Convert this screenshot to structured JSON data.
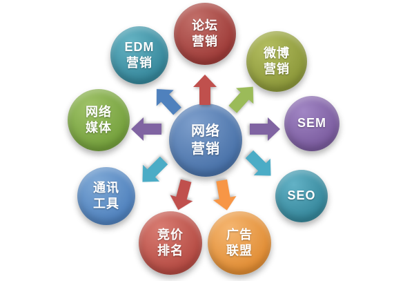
{
  "diagram": {
    "center": {
      "id": "network-marketing",
      "lines": [
        "网络",
        "营销"
      ],
      "color": "#4871a8"
    },
    "nodes": [
      {
        "id": "forum-marketing",
        "lines": [
          "论坛",
          "营销"
        ],
        "color": "#9e3b38"
      },
      {
        "id": "weibo-marketing",
        "lines": [
          "微博",
          "营销"
        ],
        "color": "#8b9739"
      },
      {
        "id": "sem",
        "lines": [
          "SEM"
        ],
        "color": "#7a5b9e"
      },
      {
        "id": "seo",
        "lines": [
          "SEO"
        ],
        "color": "#35869a"
      },
      {
        "id": "ad-alliance",
        "lines": [
          "广告",
          "联盟"
        ],
        "color": "#e08c33"
      },
      {
        "id": "bidding-rank",
        "lines": [
          "竞价",
          "排名"
        ],
        "color": "#b44a42"
      },
      {
        "id": "communication-tools",
        "lines": [
          "通讯",
          "工具"
        ],
        "color": "#4f81bd"
      },
      {
        "id": "network-media",
        "lines": [
          "网络",
          "媒体"
        ],
        "color": "#74a03c"
      },
      {
        "id": "edm-marketing",
        "lines": [
          "EDM",
          "营销"
        ],
        "color": "#35869a"
      }
    ],
    "arrows": [
      {
        "direction": "up",
        "color": "#c0504d"
      },
      {
        "direction": "up-right",
        "color": "#9bbb59"
      },
      {
        "direction": "right",
        "color": "#8064a2"
      },
      {
        "direction": "down-right",
        "color": "#4bacc6"
      },
      {
        "direction": "down-center-right",
        "color": "#f79646"
      },
      {
        "direction": "down-center-left",
        "color": "#c0504d"
      },
      {
        "direction": "down-left",
        "color": "#4bacc6"
      },
      {
        "direction": "left",
        "color": "#8064a2"
      },
      {
        "direction": "up-left",
        "color": "#4f81bd"
      }
    ]
  }
}
